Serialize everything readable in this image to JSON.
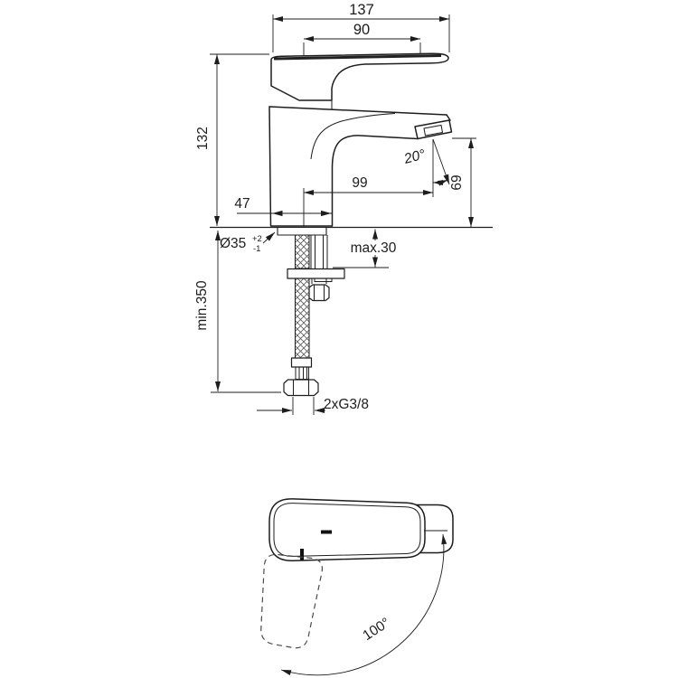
{
  "side_view": {
    "overall_length": "137",
    "handle_length": "90",
    "total_height": "132",
    "aerator_angle": "20°",
    "spout_reach": "99",
    "outlet_height": "69",
    "base_depth": "47",
    "hole_diameter": "Ø35",
    "hole_tolerance_plus": "+2",
    "hole_tolerance_minus": "-1",
    "max_deck_thickness": "max.30",
    "min_hose_clearance": "min.350",
    "supply_connection": "2xG3/8"
  },
  "top_view": {
    "handle_swivel_angle": "100°"
  },
  "colors": {
    "line": "#1d1d1d",
    "background": "#ffffff"
  }
}
